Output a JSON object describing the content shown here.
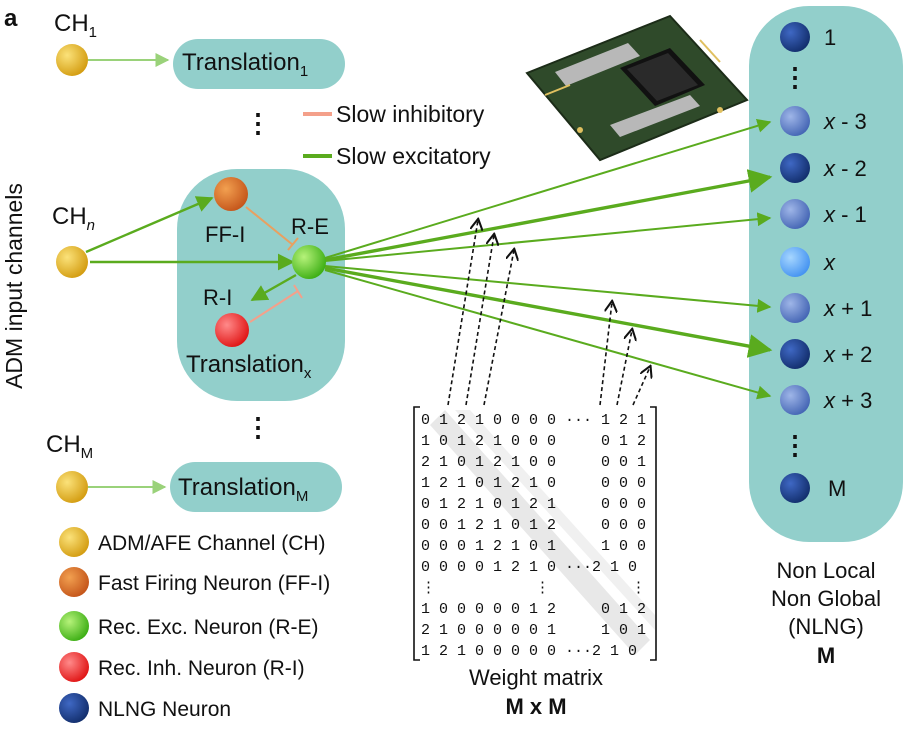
{
  "panel_label": "a",
  "y_axis_label": "ADM input channels",
  "channels": {
    "ch1": {
      "base": "CH",
      "sub": "1"
    },
    "chn": {
      "base": "CH",
      "sub": "n"
    },
    "chm": {
      "base": "CH",
      "sub": "M"
    }
  },
  "translation": {
    "t1": {
      "base": "Translation",
      "sub": "1"
    },
    "tx": {
      "base": "Translation",
      "sub": "x"
    },
    "tm": {
      "base": "Translation",
      "sub": "M"
    }
  },
  "neurons_inner": {
    "ff": "FF-I",
    "re": "R-E",
    "ri": "R-I"
  },
  "connections_legend": {
    "inhibitory": "Slow inhibitory",
    "excitatory": "Slow excitatory",
    "inhibitory_color": "#f4a08a",
    "excitatory_color": "#5aab1e"
  },
  "neuron_legend": [
    {
      "label": "ADM/AFE Channel (CH)",
      "color": "#e8b820"
    },
    {
      "label": "Fast Firing Neuron (FF-I)",
      "color": "#d9691e"
    },
    {
      "label": "Rec. Exc. Neuron (R-E)",
      "color": "#5ccc1e"
    },
    {
      "label": "Rec. Inh. Neuron (R-I)",
      "color": "#f02020"
    },
    {
      "label": "NLNG Neuron",
      "color": "#1a3a80"
    }
  ],
  "nlng_nodes": [
    {
      "base": "1",
      "suffix": ""
    },
    {
      "base": "x",
      "suffix": " - 3"
    },
    {
      "base": "x",
      "suffix": " - 2"
    },
    {
      "base": "x",
      "suffix": " - 1"
    },
    {
      "base": "x",
      "suffix": ""
    },
    {
      "base": "x",
      "suffix": " + 1"
    },
    {
      "base": "x",
      "suffix": " + 2"
    },
    {
      "base": "x",
      "suffix": " + 3"
    },
    {
      "base": "M",
      "suffix": ""
    }
  ],
  "nlng_title": [
    "Non Local",
    "Non Global",
    "(NLNG)",
    "M"
  ],
  "matrix": {
    "rows": [
      "0 1 2 1 0 0 0 0 ··· 1 2 1",
      "1 0 1 2 1 0 0 0     0 1 2",
      "2 1 0 1 2 1 0 0     0 0 1",
      "1 2 1 0 1 2 1 0     0 0 0",
      "0 1 2 1 0 1 2 1     0 0 0",
      "0 0 1 2 1 0 1 2     0 0 0",
      "0 0 0 1 2 1 0 1     1 0 0",
      "0 0 0 0 1 2 1 0 ···2 1 0",
      "⋮           ⋮         ⋮",
      "1 0 0 0 0 0 1 2     0 1 2",
      "2 1 0 0 0 0 0 1     1 0 1",
      "1 2 1 0 0 0 0 0 ···2 1 0"
    ],
    "caption": "Weight matrix",
    "caption_bold": "M x M"
  },
  "colors": {
    "panel_bg": "#92cfcb",
    "arrow": "#5aab1e",
    "arrow_light": "#9ad27a",
    "inhibit": "#f4a08a",
    "ff_to_re": "#e8a060"
  }
}
